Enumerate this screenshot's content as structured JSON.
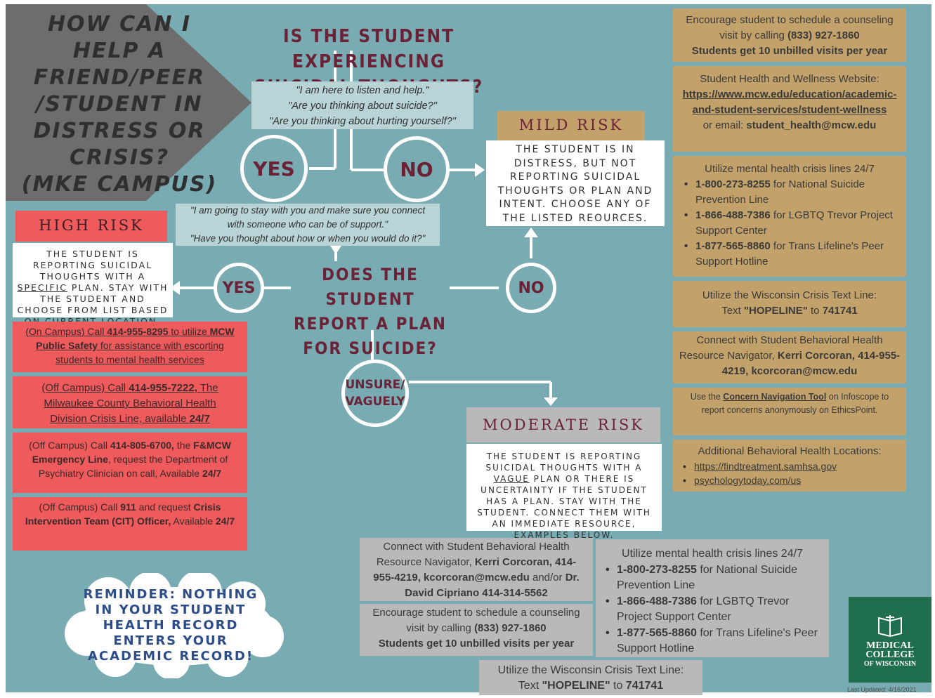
{
  "title": "HOW CAN I HELP A FRIEND/PEER /STUDENT IN DISTRESS OR CRISIS? (MKE CAMPUS)",
  "title_lines": [
    "HOW CAN I",
    "HELP A",
    "FRIEND/PEER",
    "/STUDENT IN",
    "DISTRESS OR",
    "CRISIS?",
    "(MKE CAMPUS)"
  ],
  "question1_lines": [
    "IS THE STUDENT EXPERIENCING",
    "SUICIDAL THOUGHTS?"
  ],
  "quote1_lines": [
    "\"I am here to listen and help.\"",
    "\"Are you thinking about suicide?\"",
    "\"Are you thinking about hurting yourself?\""
  ],
  "yes_label": "YES",
  "no_label": "NO",
  "quote2_lines": [
    "\"I am going to stay with you and make sure you connect",
    "with someone who can be of support.\"",
    "\"Have you thought about how or when you would do it?\""
  ],
  "question2_lines": [
    "DOES THE STUDENT",
    "REPORT A PLAN",
    "FOR SUICIDE?"
  ],
  "yes2_label": "YES",
  "no2_label": "NO",
  "unsure_lines": [
    "UNSURE/",
    "VAGUELY"
  ],
  "mild": {
    "label": "MILD RISK",
    "text": "THE STUDENT IS IN DISTRESS, BUT NOT REPORTING SUICIDAL THOUGHTS OR PLAN AND INTENT. CHOOSE ANY OF THE LISTED REOURCES."
  },
  "high": {
    "label": "HIGH RISK",
    "text_pre": "THE STUDENT IS REPORTING SUICIDAL THOUGHTS WITH A ",
    "text_specific": "SPECIFIC",
    "text_post": " PLAN. STAY WITH THE STUDENT AND CHOOSE FROM LIST BASED ON CURRENT LOCATION."
  },
  "moderate": {
    "label": "MODERATE RISK",
    "text_pre": "THE STUDENT IS REPORTING SUICIDAL THOUGHTS WITH A ",
    "text_vague": "VAGUE",
    "text_post": " PLAN OR THERE IS UNCERTAINTY IF THE STUDENT HAS A PLAN. STAY WITH THE STUDENT. CONNECT THEM WITH AN IMMEDIATE RESOURCE, EXAMPLES BELOW."
  },
  "red_boxes": {
    "r1_a": "(On Campus) Call ",
    "r1_phone": "414-955-8295",
    "r1_b": " to utilize ",
    "r1_ps": "MCW Public Safety",
    "r1_c": " for assistance with escorting students to mental health services",
    "r2_a": "(Off Campus) Call ",
    "r2_phone": "414-955-7222,",
    "r2_b": " The Milwaukee County Behavioral Health Division Crisis Line, available ",
    "r2_c": "24/7",
    "r3_a": "(Off Campus) Call ",
    "r3_phone": "414-805-6700,",
    "r3_b": " the ",
    "r3_el": "F&MCW Emergency Line",
    "r3_c": ", request the Department of Psychiatry Clinician on call, Available ",
    "r3_d": "24/7",
    "r4_a": "(Off Campus) Call ",
    "r4_911": "911",
    "r4_b": " and request ",
    "r4_cit": "Crisis Intervention Team (CIT) Officer,",
    "r4_c": " Available ",
    "r4_d": "24/7"
  },
  "tan_boxes": {
    "t1_a": "Encourage student to schedule a counseling visit by calling ",
    "t1_phone": "(833) 927-1860",
    "t1_b": "Students get 10 unbilled visits per year",
    "t2_a": "Student Health and Wellness Website:",
    "t2_url": "https://www.mcw.edu/education/academic-and-student-services/student-wellness",
    "t2_b": "or email: ",
    "t2_email": "student_health@mcw.edu",
    "t3_head": "Utilize mental health crisis lines 24/7",
    "t3_items": [
      {
        "phone": "1-800-273-8255",
        "desc": " for National Suicide Prevention Line"
      },
      {
        "phone": "1-866-488-7386",
        "desc": " for LGBTQ Trevor Project Support Center"
      },
      {
        "phone": "1-877-565-8860",
        "desc": " for Trans Lifeline's Peer Support Hotline"
      }
    ],
    "t4_a": "Utilize the Wisconsin Crisis Text Line:",
    "t4_b": "Text ",
    "t4_hope": "\"HOPELINE\"",
    "t4_c": " to ",
    "t4_num": "741741",
    "t5_a": "Connect with Student Behavioral Health Resource Navigator, ",
    "t5_b": "Kerri Corcoran, 414-955-4219, kcorcoran@mcw.edu",
    "t6_a": "Use the ",
    "t6_tool": "Concern Navigation Tool",
    "t6_b": " on Infoscope to report concerns anonymously on EthicsPoint.",
    "t7_head": "Additional Behavioral Health Locations:",
    "t7_links": [
      "https://findtreatment.samhsa.gov",
      "psychologytoday.com/us"
    ]
  },
  "grey_boxes": {
    "g1_a": "Connect with Student Behavioral Health Resource Navigator, ",
    "g1_b": "Kerri Corcoran, 414-955-4219, kcorcoran@mcw.edu",
    "g1_c": " and/or ",
    "g1_d": "Dr. David Cipriano 414-314-5562",
    "g2_a": "Encourage student to schedule a counseling visit by calling ",
    "g2_phone": "(833) 927-1860",
    "g2_b": "Students get 10 unbilled visits per year",
    "g3_head": "Utilize mental health crisis lines 24/7",
    "g3_items": [
      {
        "phone": "1-800-273-8255",
        "desc": " for National Suicide Prevention Line"
      },
      {
        "phone": "1-866-488-7386",
        "desc": " for LGBTQ Trevor Project Support Center"
      },
      {
        "phone": "1-877-565-8860",
        "desc": " for Trans Lifeline's Peer Support Hotline"
      }
    ],
    "g4_a": "Utilize the Wisconsin Crisis Text Line:",
    "g4_b": "Text ",
    "g4_hope": "\"HOPELINE\"",
    "g4_c": " to ",
    "g4_num": "741741"
  },
  "reminder_lines": [
    "REMINDER: NOTHING",
    "IN YOUR STUDENT",
    "HEALTH RECORD",
    "ENTERS YOUR",
    "ACADEMIC RECORD!"
  ],
  "logo_lines": [
    "MEDICAL",
    "COLLEGE",
    "OF WISCONSIN"
  ],
  "last_updated": "Last Updated: 4/16/2021",
  "colors": {
    "background": "#79abb2",
    "maroon": "#6b2236",
    "red": "#ef5a5c",
    "tan": "#c2a26a",
    "grey": "#b9b9b9",
    "reminder_blue": "#2d4d8a",
    "logo_green": "#1f6e4d"
  }
}
